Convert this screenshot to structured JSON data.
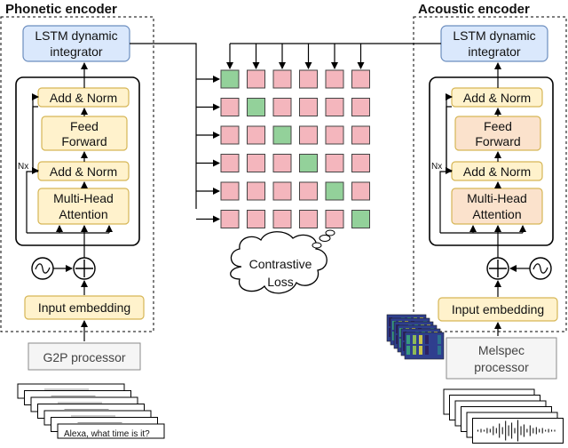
{
  "phonetic": {
    "title": "Phonetic encoder",
    "lstm_line1": "LSTM dynamic",
    "lstm_line2": "integrator",
    "add_norm_top": "Add & Norm",
    "ff_line1": "Feed",
    "ff_line2": "Forward",
    "nx": "Nx",
    "add_norm_bottom": "Add & Norm",
    "mha_line1": "Multi-Head",
    "mha_line2": "Attention",
    "input_embedding": "Input embedding",
    "processor": "G2P processor",
    "utterance": "Alexa, what time is it?"
  },
  "acoustic": {
    "title": "Acoustic encoder",
    "lstm_line1": "LSTM dynamic",
    "lstm_line2": "integrator",
    "add_norm_top": "Add & Norm",
    "ff_line1": "Feed",
    "ff_line2": "Forward",
    "nx": "Nx",
    "add_norm_bottom": "Add & Norm",
    "mha_line1": "Multi-Head",
    "mha_line2": "Attention",
    "input_embedding": "Input embedding",
    "processor_line1": "Melspec",
    "processor_line2": "processor"
  },
  "loss": {
    "line1": "Contrastive",
    "line2": "Loss"
  },
  "matrix": {
    "rows": 6,
    "cols": 6,
    "diagonal_color": "#93d19a",
    "off_diagonal_color": "#f4b6bd"
  },
  "colors": {
    "lstm_fill": "#dae8fc",
    "lstm_stroke": "#6c8ebf",
    "block_fill": "#fff2cc",
    "block_stroke": "#d6b656",
    "acoustic_ff_fill": "#fbe2cc",
    "processor_fill": "#f5f5f5",
    "processor_stroke": "#8a8a8a",
    "processor_text": "#444444"
  }
}
